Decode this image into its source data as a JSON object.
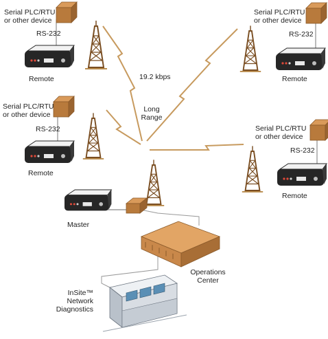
{
  "labels": {
    "serial_device": [
      "Serial PLC/RTU",
      "or other device"
    ],
    "rs232": "RS-232",
    "remote": "Remote",
    "master": "Master",
    "speed": "19.2 kbps",
    "long_range": [
      "Long",
      "Range"
    ],
    "operations_center": [
      "Operations",
      "Center"
    ],
    "insite": [
      "InSite™",
      "Network",
      "Diagnostics"
    ]
  },
  "colors": {
    "box": "#b87a3c",
    "building": "#c9884a",
    "tower": "#7a4e22",
    "radio": "#262626",
    "radio_top": "#f2f2f2",
    "link": "#c79a5e",
    "console": "#d8dde3"
  }
}
